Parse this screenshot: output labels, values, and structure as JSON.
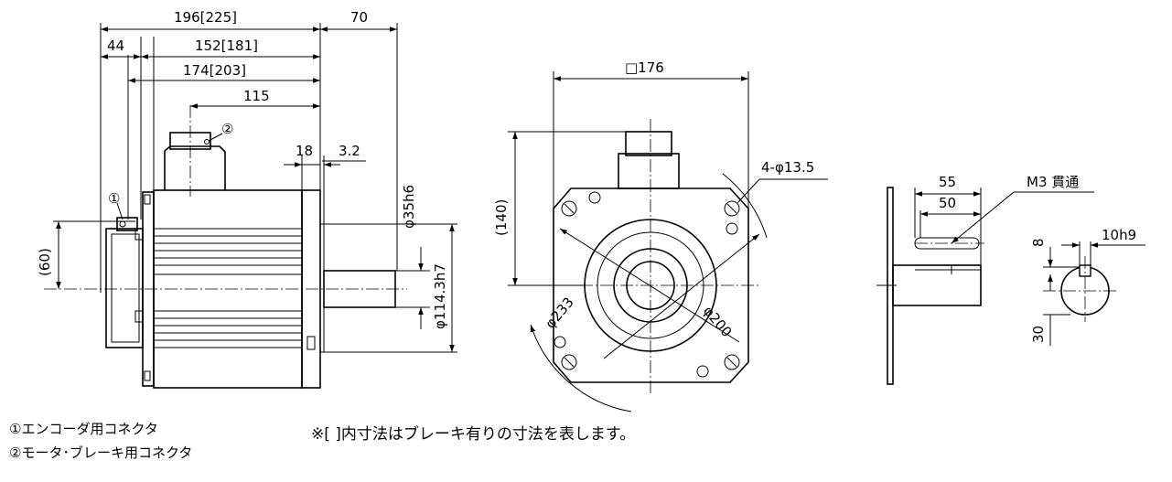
{
  "side_view": {
    "dims": {
      "overall_length": "196[225]",
      "shaft_length": "70",
      "encoder_offset": "44",
      "body_length_a": "152[181]",
      "body_length_b": "174[203]",
      "connector_pos": "115",
      "flange_thick": "18",
      "spigot": "3.2",
      "shaft_dia": "φ35h6",
      "spigot_dia": "φ114.3h7",
      "encoder_height": "(60)"
    },
    "callouts": {
      "encoder": "①",
      "motor_brake": "②"
    }
  },
  "front_view": {
    "dims": {
      "square": "□176",
      "height": "(140)",
      "holes": "4-φ13.5",
      "pcd": "φ233",
      "inner": "φ200"
    }
  },
  "shaft_detail": {
    "dims": {
      "len_a": "55",
      "len_b": "50",
      "thread": "M3 貫通",
      "key_width": "10h9",
      "key_depth": "8",
      "keyway_pos": "30"
    }
  },
  "legend": [
    "①エンコーダ用コネクタ",
    "②モータ･ブレーキ用コネクタ"
  ],
  "footnote": "※[ ]内寸法はブレーキ有りの寸法を表します。"
}
